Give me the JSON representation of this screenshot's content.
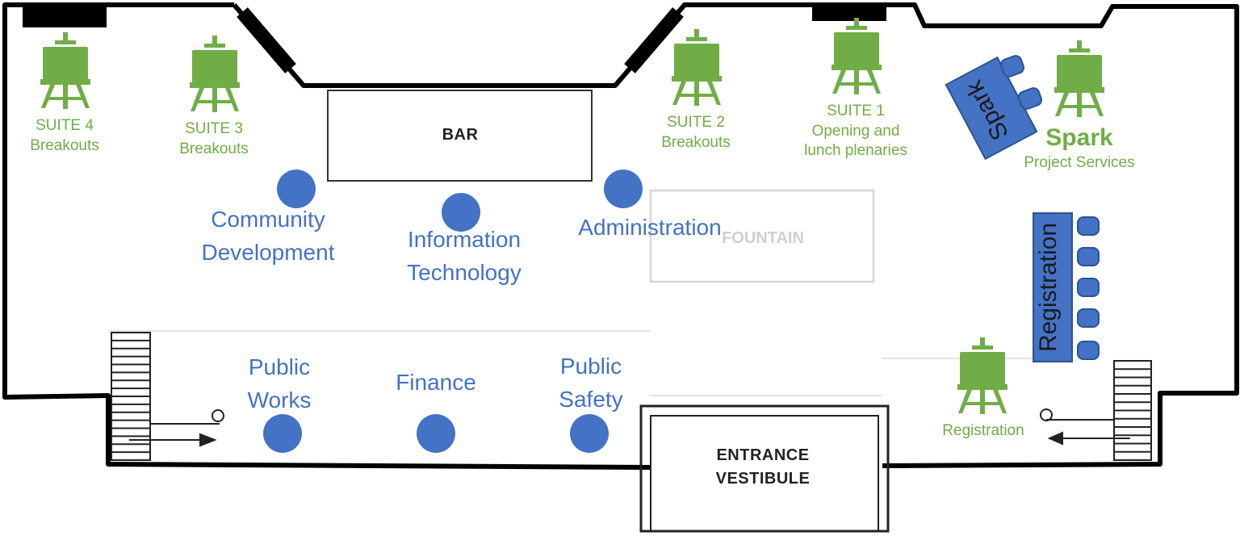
{
  "colors": {
    "easel": "#70ad47",
    "booth": "#4472c4",
    "wall": "#000000",
    "banner": "#4472c4"
  },
  "plan_labels": {
    "bar": "BAR",
    "fountain": "FOUNTAIN",
    "entrance_line1": "ENTRANCE",
    "entrance_line2": "VESTIBULE"
  },
  "rooms": {
    "suite4": {
      "line1": "SUITE 4",
      "line2": "Breakouts",
      "icon": "easel-icon"
    },
    "suite3": {
      "line1": "SUITE 3",
      "line2": "Breakouts",
      "icon": "easel-icon"
    },
    "suite2": {
      "line1": "SUITE 2",
      "line2": "Breakouts",
      "icon": "easel-icon"
    },
    "suite1": {
      "line1": "SUITE 1",
      "line2": "Opening and",
      "line3": "lunch plenaries",
      "icon": "easel-icon"
    },
    "spark": {
      "title": "Spark",
      "subtitle": "Project Services",
      "banner": "Spark",
      "icon": "easel-icon"
    },
    "registration": {
      "label": "Registration",
      "banner": "Registration",
      "icon": "easel-icon"
    }
  },
  "booths": {
    "community": {
      "line1": "Community",
      "line2": "Development"
    },
    "it": {
      "line1": "Information",
      "line2": "Technology"
    },
    "administration": {
      "line1": "Administration"
    },
    "public_works": {
      "line1": "Public",
      "line2": "Works"
    },
    "finance": {
      "line1": "Finance"
    },
    "public_safety": {
      "line1": "Public",
      "line2": "Safety"
    }
  }
}
